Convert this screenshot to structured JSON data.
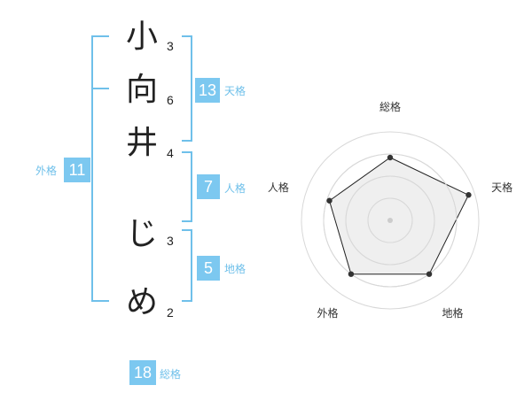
{
  "name": {
    "chars": [
      {
        "char": "小",
        "strokes": "3"
      },
      {
        "char": "向",
        "strokes": "6"
      },
      {
        "char": "井",
        "strokes": "4"
      },
      {
        "char": "じ",
        "strokes": "3"
      },
      {
        "char": "め",
        "strokes": "2"
      }
    ]
  },
  "kaku": {
    "tenkaku": {
      "value": "13",
      "label": "天格"
    },
    "jinkaku": {
      "value": "7",
      "label": "人格"
    },
    "chikaku": {
      "value": "5",
      "label": "地格"
    },
    "gaikaku": {
      "value": "11",
      "label": "外格"
    },
    "soukaku": {
      "value": "18",
      "label": "総格"
    }
  },
  "chart_data": {
    "type": "radar",
    "axes": [
      "総格",
      "天格",
      "地格",
      "外格",
      "人格"
    ],
    "values": [
      0.71,
      0.93,
      0.75,
      0.75,
      0.72
    ],
    "rings": 4,
    "colors": {
      "fill": "#f0f0f0",
      "line": "#222222",
      "grid": "#d8d8d8",
      "accent": "#6fc0ea"
    }
  }
}
